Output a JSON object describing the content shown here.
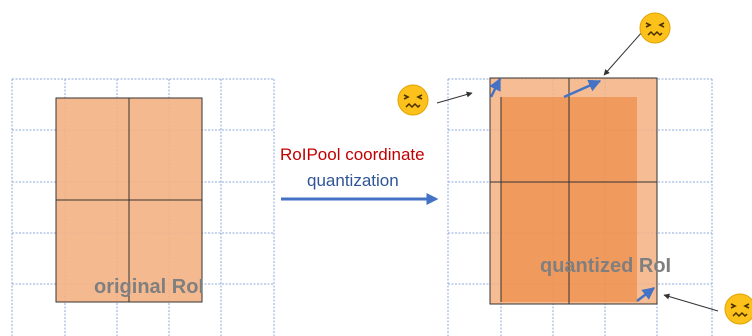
{
  "labels": {
    "original": "original RoI",
    "quantized": "quantized RoI",
    "arrow_line1": "RoIPool coordinate",
    "arrow_line2": "quantization"
  },
  "icons": {
    "emoji": "😖",
    "emoji_name": "confounded-face-icon"
  },
  "colors": {
    "grid": "#8ea9db",
    "roi_light": "#f4b183",
    "roi_dark": "#ed7d31",
    "arrow_blue": "#4472c4",
    "text_red": "#c00000",
    "text_blue": "#2f5597",
    "label_gray": "#7f7f7f"
  }
}
